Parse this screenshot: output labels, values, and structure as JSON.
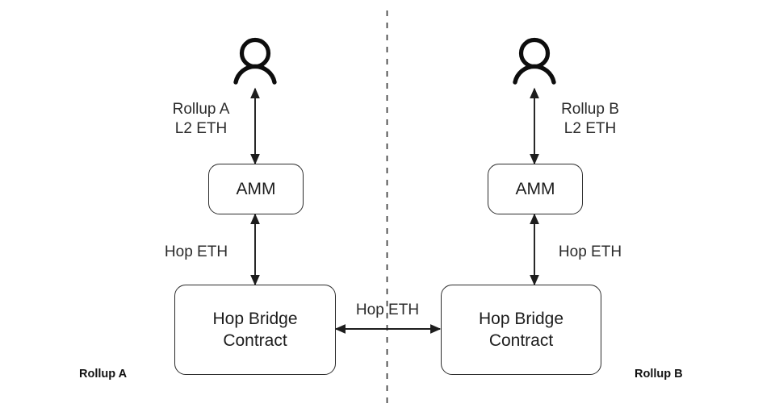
{
  "diagram": {
    "title_text": "",
    "background_color": "#ffffff",
    "stroke_color": "#2b2b2b",
    "text_color": "#1d1d1d",
    "divider": {
      "name": "rollup-divider",
      "style": "dashed",
      "orientation": "vertical"
    },
    "left": {
      "zone_label": "Rollup A",
      "actor": {
        "icon": "person-icon",
        "label": ""
      },
      "amm": {
        "label": "AMM"
      },
      "bridge": {
        "label": "Hop Bridge\nContract"
      },
      "edge_actor_amm": {
        "label": "Rollup A\nL2 ETH",
        "direction": "bidirectional"
      },
      "edge_amm_bridge": {
        "label": "Hop ETH",
        "direction": "bidirectional"
      }
    },
    "right": {
      "zone_label": "Rollup B",
      "actor": {
        "icon": "person-icon",
        "label": ""
      },
      "amm": {
        "label": "AMM"
      },
      "bridge": {
        "label": "Hop Bridge\nContract"
      },
      "edge_actor_amm": {
        "label": "Rollup B\nL2 ETH",
        "direction": "bidirectional"
      },
      "edge_amm_bridge": {
        "label": "Hop ETH",
        "direction": "bidirectional"
      }
    },
    "edge_bridge_bridge": {
      "label": "Hop ETH",
      "direction": "bidirectional"
    }
  }
}
